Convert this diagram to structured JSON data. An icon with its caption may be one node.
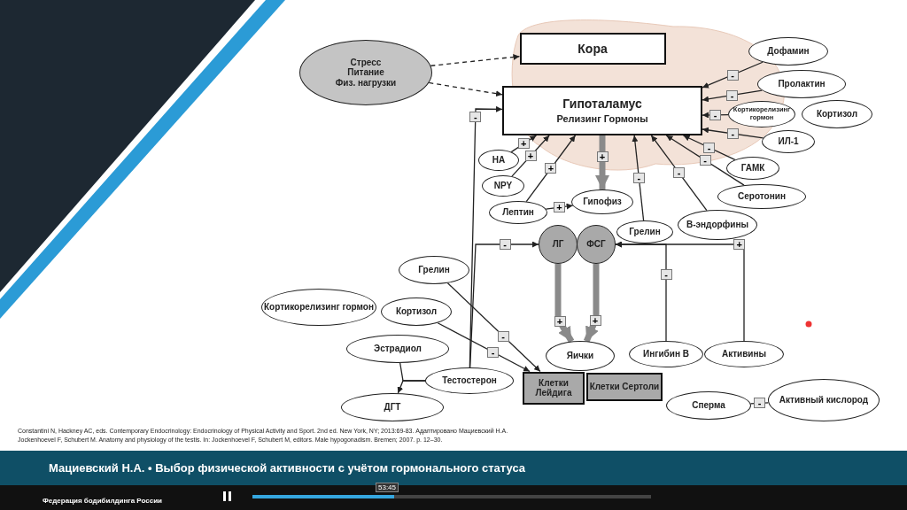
{
  "diagram": {
    "caption": "Мациевский Н.А. • Выбор физической активности с учётом гормонального статуса",
    "nodes": [
      {
        "text": [
          "Кора"
        ]
      },
      {
        "text": [
          "Стресс",
          "Питание",
          "Физ. нагрузки"
        ]
      },
      {
        "text": [
          "Гипоталамус",
          "Релизинг Гормоны"
        ]
      },
      {
        "text": [
          "Дофамин"
        ]
      },
      {
        "text": [
          "Пролактин"
        ]
      },
      {
        "text": [
          "Кортикорелизинг гормон"
        ]
      },
      {
        "text": [
          "Кортизол"
        ]
      },
      {
        "text": [
          "ИЛ-1"
        ]
      },
      {
        "text": [
          "ГАМК"
        ]
      },
      {
        "text": [
          "Серотонин"
        ]
      },
      {
        "text": [
          "В-эндорфины"
        ]
      },
      {
        "text": [
          "Грелин"
        ]
      },
      {
        "text": [
          "НА"
        ]
      },
      {
        "text": [
          "NPY"
        ]
      },
      {
        "text": [
          "Лептин"
        ]
      },
      {
        "text": [
          "Гипофиз"
        ]
      },
      {
        "text": [
          "ЛГ"
        ]
      },
      {
        "text": [
          "ФСГ"
        ]
      },
      {
        "text": [
          "Грелин"
        ]
      },
      {
        "text": [
          "Кортикорелизинг гормон"
        ]
      },
      {
        "text": [
          "Кортизол"
        ]
      },
      {
        "text": [
          "Эстрадиол"
        ]
      },
      {
        "text": [
          "Тестостерон"
        ]
      },
      {
        "text": [
          "ДГТ"
        ]
      },
      {
        "text": [
          "Яички"
        ]
      },
      {
        "text": [
          "Клетки Лейдига"
        ]
      },
      {
        "text": [
          "Клетки Сертоли"
        ]
      },
      {
        "text": [
          "Ингибин В"
        ]
      },
      {
        "text": [
          "Активины"
        ]
      },
      {
        "text": [
          "Сперма"
        ]
      },
      {
        "text": [
          "Активный кислород"
        ]
      }
    ],
    "edges": [
      {
        "from": 1,
        "to": 0,
        "arrow": "to",
        "style": "dashed"
      },
      {
        "from": 1,
        "to": 2,
        "arrow": "to",
        "style": "dashed"
      },
      {
        "from": 3,
        "to": 2,
        "arrow": "to",
        "label": "-"
      },
      {
        "from": 4,
        "to": 2,
        "arrow": "to",
        "label": "-"
      },
      {
        "from": 5,
        "to": 2,
        "arrow": "to",
        "label": "-"
      },
      {
        "from": 7,
        "to": 2,
        "arrow": "to",
        "label": "-"
      },
      {
        "from": 8,
        "to": 2,
        "arrow": "to",
        "label": "-"
      },
      {
        "from": 9,
        "to": 2,
        "arrow": "to",
        "label": "-"
      },
      {
        "from": 10,
        "to": 2,
        "arrow": "to",
        "label": "-"
      },
      {
        "from": 11,
        "to": 2,
        "arrow": "to",
        "label": "-"
      },
      {
        "from": 12,
        "to": 2,
        "arrow": "to",
        "label": "+"
      },
      {
        "from": 13,
        "to": 2,
        "arrow": "to",
        "label": "+"
      },
      {
        "from": 14,
        "to": 2,
        "arrow": "to",
        "label": "+"
      },
      {
        "from": 2,
        "to": 15,
        "arrow": "to",
        "label": "+",
        "style": "thick",
        "color": "#8a8a8a"
      },
      {
        "from": 14,
        "to": 15,
        "arrow": "to",
        "label": "+"
      },
      {
        "from": 22,
        "to": 2,
        "arrow": "to",
        "label": "-"
      },
      {
        "from": 22,
        "to": 16,
        "arrow": "to",
        "label": "-"
      },
      {
        "from": 16,
        "to": 24,
        "arrow": "to",
        "label": "+",
        "style": "thick",
        "color": "#8a8a8a"
      },
      {
        "from": 17,
        "to": 24,
        "arrow": "to",
        "label": "+",
        "style": "thick",
        "color": "#8a8a8a"
      },
      {
        "from": 27,
        "to": 17,
        "arrow": "to",
        "label": "-"
      },
      {
        "from": 28,
        "to": 17,
        "arrow": "to",
        "label": "+"
      },
      {
        "from": 18,
        "to": 25,
        "arrow": "to",
        "label": "-"
      },
      {
        "from": 20,
        "to": 25,
        "arrow": "to",
        "label": "-"
      },
      {
        "from": 22,
        "to": 21,
        "arrow": "none"
      },
      {
        "from": 22,
        "to": 23,
        "arrow": "to"
      },
      {
        "from": 30,
        "to": 29,
        "arrow": "none",
        "label": "-"
      }
    ],
    "labels": [
      "Constantini N, Hackney AC, eds. Contemporary Endocrinology: Endocrinology of Physical Activity and Sport. 2nd ed. New York, NY; 2013:69-83. Адаптировано Мациевский Н.А.",
      "Jockenhoevel F, Schubert M. Anatomy and physiology of the testis. In: Jockenhoevel F, Schubert M, editors. Male hypogonadism. Bremen; 2007. p. 12–30.",
      "Федерация бодибилдинга России",
      "53:45"
    ]
  }
}
